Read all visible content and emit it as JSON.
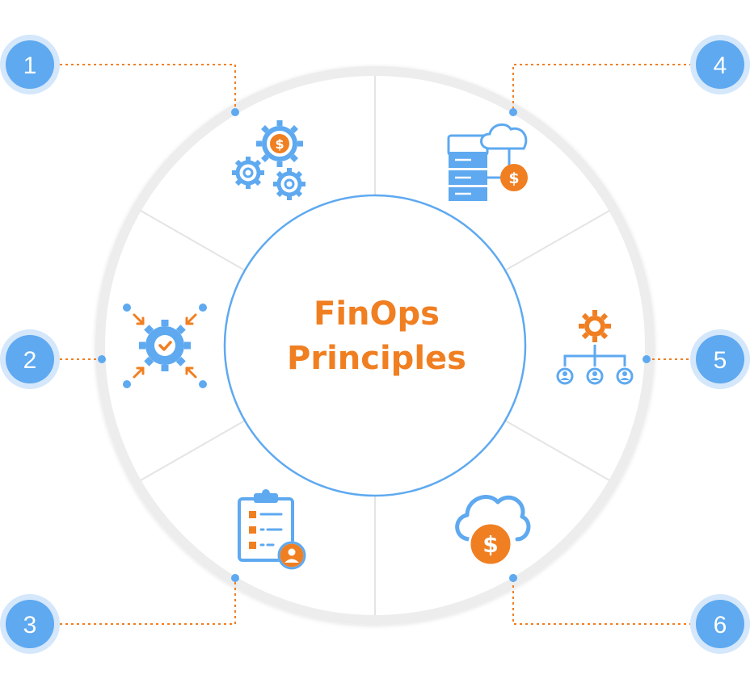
{
  "center": {
    "title_line1": "FinOps",
    "title_line2": "Principles"
  },
  "principles": [
    {
      "number": "1",
      "icon": "gears-dollar-icon"
    },
    {
      "number": "2",
      "icon": "gear-check-arrows-icon"
    },
    {
      "number": "3",
      "icon": "clipboard-user-icon"
    },
    {
      "number": "4",
      "icon": "server-cloud-dollar-icon"
    },
    {
      "number": "5",
      "icon": "gear-team-hierarchy-icon"
    },
    {
      "number": "6",
      "icon": "cloud-dollar-icon"
    }
  ],
  "colors": {
    "blue": "#5ea9f0",
    "blue_ring": "#cfe4fb",
    "orange": "#f07f22",
    "divider": "#e6e6e6",
    "outer_ring": "#f0f0f0"
  }
}
